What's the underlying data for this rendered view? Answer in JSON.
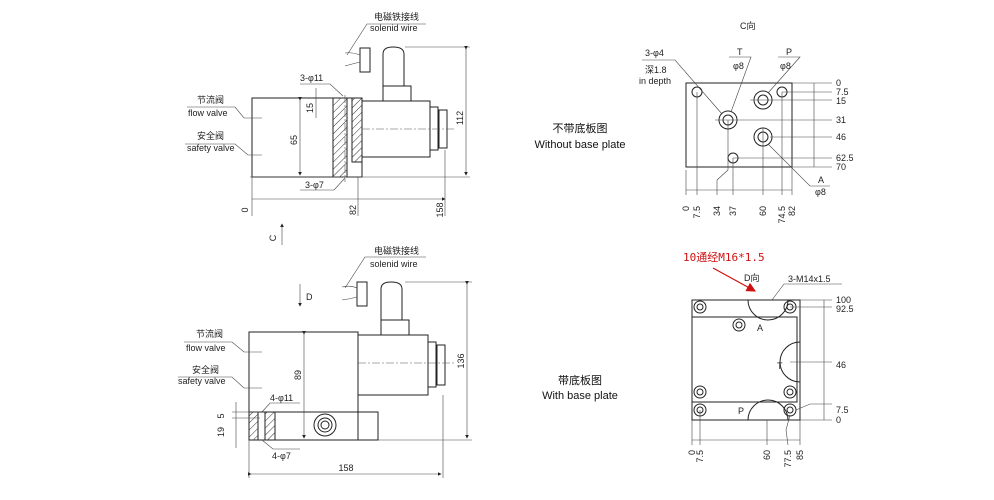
{
  "top_view": {
    "solenoid_label_cn": "电磁铁接线",
    "solenoid_label_en": "solenid wire",
    "flow_valve_cn": "节流阀",
    "flow_valve_en": "flow valve",
    "safety_valve_cn": "安全阀",
    "safety_valve_en": "safety valve",
    "hole_large": "3-φ11",
    "hole_small": "3-φ7",
    "dims": {
      "d15": "15",
      "d65": "65",
      "d112": "112",
      "d0": "0",
      "d82": "82",
      "d158": "158"
    },
    "view_arrow": "C"
  },
  "bottom_view": {
    "solenoid_label_cn": "电磁铁接线",
    "solenoid_label_en": "solenid wire",
    "flow_valve_cn": "节流阀",
    "flow_valve_en": "flow valve",
    "safety_valve_cn": "安全阀",
    "safety_valve_en": "safety valve",
    "hole_large": "4-φ11",
    "hole_small": "4-φ7",
    "dims": {
      "d5": "5",
      "d19": "19",
      "d89": "89",
      "d136": "136",
      "d158": "158"
    },
    "view_arrow": "D"
  },
  "captions": {
    "without_cn": "不带底板图",
    "without_en": "Without base plate",
    "with_cn": "带底板图",
    "with_en": "With base plate"
  },
  "c_view": {
    "title": "C向",
    "hole_note": "3-φ4",
    "depth_cn": "深1.8",
    "depth_en": "in depth",
    "port_t": "T",
    "port_t_d": "φ8",
    "port_p": "P",
    "port_p_d": "φ8",
    "port_a": "A",
    "port_a_d": "φ8",
    "right_dims": [
      "0",
      "7.5",
      "15",
      "31",
      "46",
      "62.5",
      "70"
    ],
    "bottom_dims": [
      "0",
      "7.5",
      "34",
      "37",
      "60",
      "74.5",
      "82"
    ]
  },
  "d_view": {
    "annotation": "10通经M16*1.5",
    "title": "D向",
    "thread_note": "3-M14x1.5",
    "port_a": "A",
    "port_t": "T",
    "port_p": "P",
    "right_dims": [
      "100",
      "92.5",
      "46",
      "7.5",
      "0"
    ],
    "bottom_dims": [
      "0",
      "7.5",
      "60",
      "77.5",
      "85"
    ]
  },
  "colors": {
    "annotation": "#d01010",
    "line": "#222222"
  }
}
